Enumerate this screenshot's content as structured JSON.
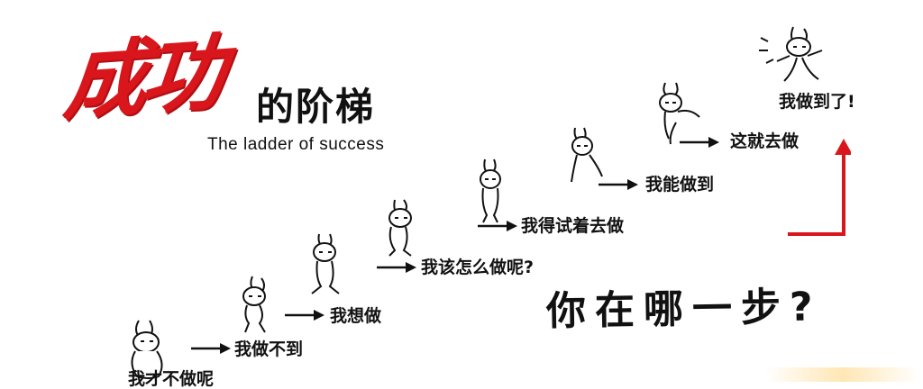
{
  "title": {
    "main": "成功",
    "sub": "的阶梯",
    "english": "The ladder of success"
  },
  "steps": [
    {
      "label": "我才不做呢"
    },
    {
      "label": "我做不到"
    },
    {
      "label": "我想做"
    },
    {
      "label": "我该怎么做呢?"
    },
    {
      "label": "我得试着去做"
    },
    {
      "label": "我能做到"
    },
    {
      "label": "这就去做"
    },
    {
      "label": "我做到了!"
    }
  ],
  "question": "你在哪一步?",
  "colors": {
    "title_red": "#d8161b",
    "text": "#111111",
    "bracket_red": "#d8161b"
  },
  "icons": [
    "rabbit-figure-icon",
    "arrow-right-icon",
    "red-up-arrow-icon"
  ]
}
